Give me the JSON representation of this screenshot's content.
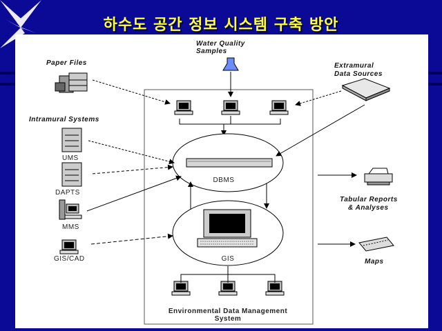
{
  "title": "하수도 공간 정보 시스템  구축 방안",
  "colors": {
    "background": "#0a0a96",
    "title": "#ffff33",
    "panel": "#ffffff"
  },
  "diagram": {
    "water_quality": [
      "Water Quality",
      "Samples"
    ],
    "paper_files": "Paper Files",
    "extramural": [
      "Extramural",
      "Data Sources"
    ],
    "intramural": "Intramural Systems",
    "systems": [
      "UMS",
      "DAPTS",
      "MMS",
      "GIS/CAD"
    ],
    "dbms": "DBMS",
    "gis": "GIS",
    "tabular": [
      "Tabular Reports",
      "& Analyses"
    ],
    "maps": "Maps",
    "edms": [
      "Environmental Data Management",
      "System"
    ]
  }
}
